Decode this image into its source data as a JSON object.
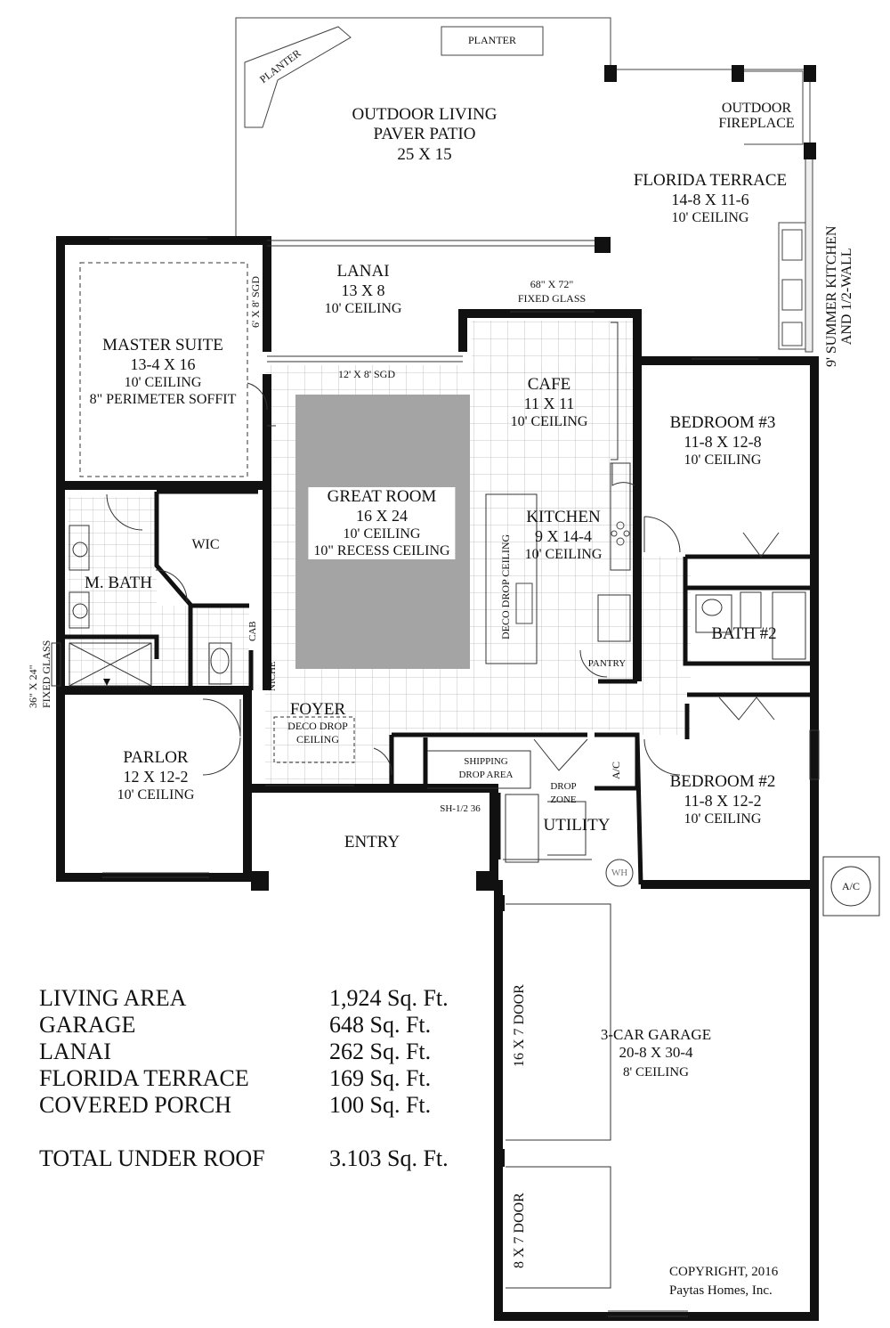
{
  "rooms": {
    "outdoor_living": {
      "name": "OUTDOOR LIVING",
      "sub": "PAVER PATIO",
      "dims": "25 X 15"
    },
    "florida_terrace": {
      "name": "FLORIDA TERRACE",
      "dims": "14-8 X 11-6",
      "ceiling": "10' CEILING"
    },
    "lanai": {
      "name": "LANAI",
      "dims": "13 X 8",
      "ceiling": "10' CEILING"
    },
    "master_suite": {
      "name": "MASTER SUITE",
      "dims": "13-4 X 16",
      "ceiling": "10' CEILING",
      "note": "8\" PERIMETER SOFFIT"
    },
    "cafe": {
      "name": "CAFE",
      "dims": "11 X 11",
      "ceiling": "10' CEILING"
    },
    "bedroom3": {
      "name": "BEDROOM #3",
      "dims": "11-8 X 12-8",
      "ceiling": "10' CEILING"
    },
    "great_room": {
      "name": "GREAT ROOM",
      "dims": "16 X 24",
      "ceiling": "10' CEILING",
      "note": "10\" RECESS CEILING"
    },
    "kitchen": {
      "name": "KITCHEN",
      "dims": "9 X 14-4",
      "ceiling": "10' CEILING"
    },
    "wic": {
      "name": "WIC"
    },
    "master_bath": {
      "name": "M. BATH"
    },
    "bath2": {
      "name": "BATH #2"
    },
    "foyer": {
      "name": "FOYER",
      "note1": "DECO DROP",
      "note2": "CEILING"
    },
    "parlor": {
      "name": "PARLOR",
      "dims": "12 X 12-2",
      "ceiling": "10' CEILING"
    },
    "entry": {
      "name": "ENTRY"
    },
    "bedroom2": {
      "name": "BEDROOM #2",
      "dims": "11-8 X 12-2",
      "ceiling": "10' CEILING"
    },
    "utility": {
      "name": "UTILITY"
    },
    "garage": {
      "name": "3-CAR GARAGE",
      "dims": "20-8 X 30-4",
      "ceiling": "8' CEILING"
    }
  },
  "labels": {
    "planter_left": "PLANTER",
    "planter_top": "PLANTER",
    "outdoor_fireplace_1": "OUTDOOR",
    "outdoor_fireplace_2": "FIREPLACE",
    "summer_kitchen_1": "9' SUMMER KITCHEN",
    "summer_kitchen_2": "AND 1/2-WALL",
    "fixed_glass_1": "68\" X 72\"",
    "fixed_glass_2": "FIXED GLASS",
    "sgd_master": "6' X 8' SGD",
    "sgd_great": "12' X 8' SGD",
    "deco_drop_ceiling": "DECO DROP CEILING",
    "pantry": "PANTRY",
    "cab": "CAB",
    "niche": "NICHE",
    "fixed_glass_left_1": "36\" X 24\"",
    "fixed_glass_left_2": "FIXED GLASS",
    "shipping_1": "SHIPPING",
    "shipping_2": "DROP AREA",
    "drop_zone_1": "DROP",
    "drop_zone_2": "ZONE",
    "ac_inside": "A/C",
    "ac_outside": "A/C",
    "wh": "WH",
    "sh": "SH-1/2 36",
    "door16": "16 X 7 DOOR",
    "door8": "8 X 7 DOOR",
    "copyright": "COPYRIGHT, 2016",
    "company": "Paytas Homes, Inc."
  },
  "areas": [
    {
      "label": "LIVING AREA",
      "value": "1,924 Sq. Ft."
    },
    {
      "label": "GARAGE",
      "value": "648 Sq. Ft."
    },
    {
      "label": "LANAI",
      "value": "262 Sq. Ft."
    },
    {
      "label": "FLORIDA TERRACE",
      "value": "169 Sq. Ft."
    },
    {
      "label": "COVERED PORCH",
      "value": "100 Sq. Ft."
    }
  ],
  "total": {
    "label": "TOTAL UNDER ROOF",
    "value": "3.103 Sq. Ft."
  }
}
